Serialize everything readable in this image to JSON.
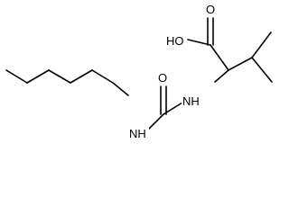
{
  "structure": {
    "atoms": {
      "oxygen_carbonyl_acid": "O",
      "hydroxyl": "HO",
      "oxygen_carbonyl_urea": "O",
      "nh_urea_left": "NH",
      "nh_urea_right": "NH"
    }
  },
  "colors": {
    "bond": "#000000",
    "label": "#000000",
    "background": "#ffffff"
  }
}
